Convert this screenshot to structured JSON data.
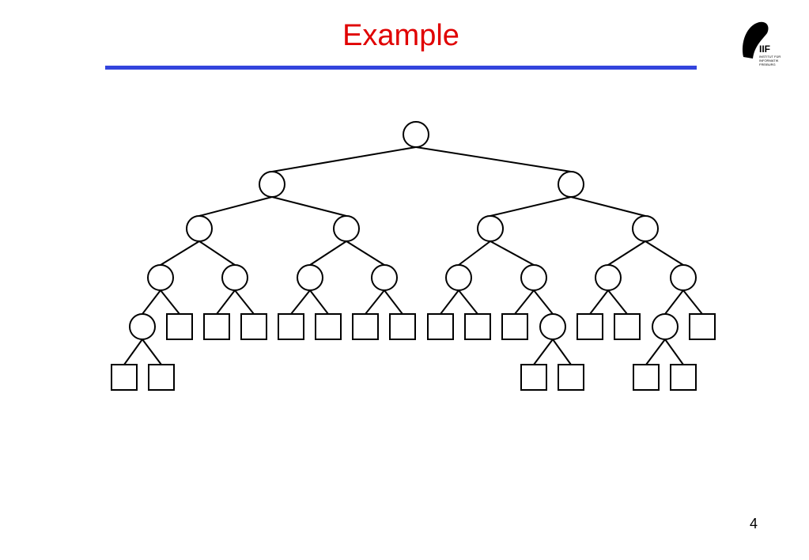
{
  "slide": {
    "title": "Example",
    "page_number": "4"
  },
  "logo": {
    "letters": "IIF",
    "caption_lines": [
      "INSTITUT FÜR",
      "INFORMATIK",
      "FREIBURG"
    ]
  },
  "colors": {
    "title": "#e00000",
    "rule": "#3344dd",
    "stroke": "#000000"
  },
  "tree": {
    "description_kind": "binary-search-tree",
    "nodes": [
      {
        "id": "r",
        "type": "internal"
      },
      {
        "id": "a",
        "type": "internal",
        "parent": "r"
      },
      {
        "id": "b",
        "type": "internal",
        "parent": "r"
      },
      {
        "id": "a1",
        "type": "internal",
        "parent": "a"
      },
      {
        "id": "a2",
        "type": "internal",
        "parent": "a"
      },
      {
        "id": "b1",
        "type": "internal",
        "parent": "b"
      },
      {
        "id": "b2",
        "type": "internal",
        "parent": "b"
      },
      {
        "id": "c1",
        "type": "internal",
        "parent": "a1"
      },
      {
        "id": "c2",
        "type": "internal",
        "parent": "a1"
      },
      {
        "id": "c3",
        "type": "internal",
        "parent": "a2"
      },
      {
        "id": "c4",
        "type": "internal",
        "parent": "a2"
      },
      {
        "id": "c5",
        "type": "internal",
        "parent": "b1"
      },
      {
        "id": "c6",
        "type": "internal",
        "parent": "b1"
      },
      {
        "id": "c7",
        "type": "internal",
        "parent": "b2"
      },
      {
        "id": "c8",
        "type": "internal",
        "parent": "b2"
      },
      {
        "id": "d1",
        "type": "internal",
        "parent": "c1"
      },
      {
        "id": "l1",
        "type": "leaf",
        "parent": "c1"
      },
      {
        "id": "l2",
        "type": "leaf",
        "parent": "c2"
      },
      {
        "id": "l3",
        "type": "leaf",
        "parent": "c2"
      },
      {
        "id": "l4",
        "type": "leaf",
        "parent": "c3"
      },
      {
        "id": "l5",
        "type": "leaf",
        "parent": "c3"
      },
      {
        "id": "l6",
        "type": "leaf",
        "parent": "c4"
      },
      {
        "id": "l7",
        "type": "leaf",
        "parent": "c4"
      },
      {
        "id": "l8",
        "type": "leaf",
        "parent": "c5"
      },
      {
        "id": "l9",
        "type": "leaf",
        "parent": "c5"
      },
      {
        "id": "l10",
        "type": "leaf",
        "parent": "c6"
      },
      {
        "id": "d2",
        "type": "internal",
        "parent": "c6"
      },
      {
        "id": "l11",
        "type": "leaf",
        "parent": "c7"
      },
      {
        "id": "l12",
        "type": "leaf",
        "parent": "c7"
      },
      {
        "id": "d3",
        "type": "internal",
        "parent": "c8"
      },
      {
        "id": "l13",
        "type": "leaf",
        "parent": "c8"
      },
      {
        "id": "m1",
        "type": "leaf",
        "parent": "d1"
      },
      {
        "id": "m2",
        "type": "leaf",
        "parent": "d1"
      },
      {
        "id": "m3",
        "type": "leaf",
        "parent": "d2"
      },
      {
        "id": "m4",
        "type": "leaf",
        "parent": "d2"
      },
      {
        "id": "m5",
        "type": "leaf",
        "parent": "d3"
      },
      {
        "id": "m6",
        "type": "leaf",
        "parent": "d3"
      }
    ]
  }
}
